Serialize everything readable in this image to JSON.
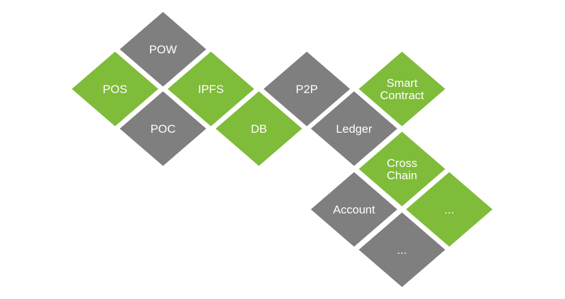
{
  "colors": {
    "green": "#7fbc3a",
    "gray": "#7f7f7f",
    "background": "#ffffff"
  },
  "tiles": [
    {
      "id": "pow",
      "lines": [
        "POW"
      ],
      "color": "gray"
    },
    {
      "id": "pos",
      "lines": [
        "POS"
      ],
      "color": "green"
    },
    {
      "id": "ipfs",
      "lines": [
        "IPFS"
      ],
      "color": "green"
    },
    {
      "id": "poc",
      "lines": [
        "POC"
      ],
      "color": "gray"
    },
    {
      "id": "db",
      "lines": [
        "DB"
      ],
      "color": "green"
    },
    {
      "id": "p2p",
      "lines": [
        "P2P"
      ],
      "color": "gray"
    },
    {
      "id": "smart-contract",
      "lines": [
        "Smart",
        "Contract"
      ],
      "color": "green"
    },
    {
      "id": "ledger",
      "lines": [
        "Ledger"
      ],
      "color": "gray"
    },
    {
      "id": "cross-chain",
      "lines": [
        "Cross",
        "Chain"
      ],
      "color": "green"
    },
    {
      "id": "account",
      "lines": [
        "Account"
      ],
      "color": "gray"
    },
    {
      "id": "more-green",
      "lines": [
        "..."
      ],
      "color": "green"
    },
    {
      "id": "more-gray",
      "lines": [
        "..."
      ],
      "color": "gray"
    }
  ]
}
